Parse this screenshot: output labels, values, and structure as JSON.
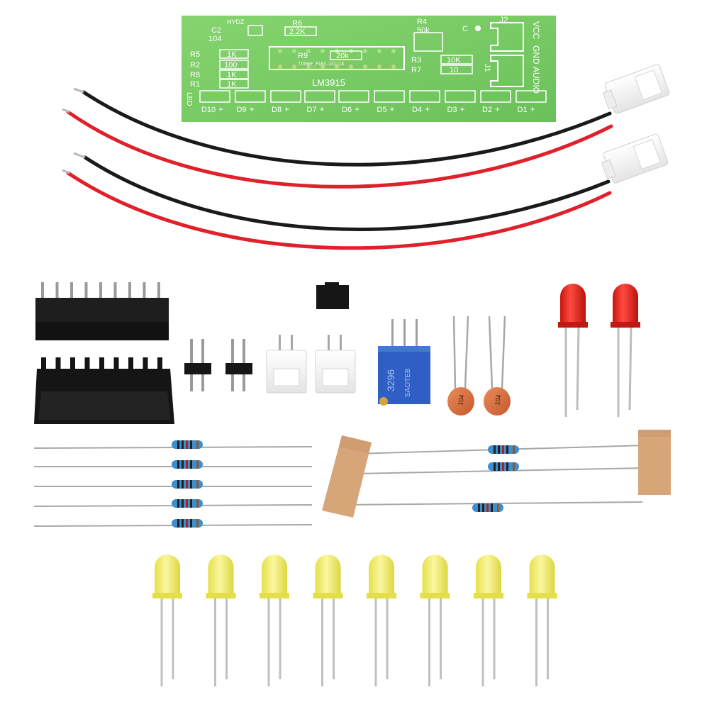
{
  "pcb": {
    "silkscreen": {
      "c2": "C2",
      "c2_value": "104",
      "hydz": "HYDZ",
      "r6": "R6",
      "r6_value": "2.2K",
      "r4": "R4",
      "r4_value": "50k",
      "c_mark": "C",
      "j2": "J2",
      "vcc": "VCC",
      "gnd": "GND",
      "audio": "AUDIO",
      "j1": "J1",
      "r5": "R5",
      "r5_value": "1K",
      "r2": "R2",
      "r2_value": "100",
      "r8": "R8",
      "r8_value": "1K",
      "r1": "R1",
      "r1_value": "1K",
      "r9": "R9",
      "r9_value": "20k",
      "r3": "R3",
      "r3_value": "10K",
      "r7": "R7",
      "r7_value": "10",
      "code": "71956F_P103-231118",
      "chip": "LM3915",
      "led": "LED",
      "leds": [
        "D10",
        "D9",
        "D8",
        "D7",
        "D6",
        "D5",
        "D4",
        "D3",
        "D2",
        "D1"
      ]
    }
  },
  "ceramic_caps": {
    "marking": "104"
  },
  "trimmer": {
    "lines": [
      "3296",
      "SAOTEB"
    ]
  },
  "colors": {
    "pcb_green": "#7fce68",
    "wire_red": "#e0202a",
    "wire_black": "#1a1a1a",
    "connector_white": "#f4f4f4",
    "led_red": "#e8231e",
    "led_yellow": "#f2ee55",
    "resistor_blue": "#3a86c9",
    "trimmer_blue": "#2f5fc4",
    "cap_orange": "#d8693a",
    "tape_tan": "#d4a277"
  },
  "icons": [
    "pcb-board",
    "wire-harness",
    "ic-socket",
    "pin-header",
    "jumper-cap",
    "xh-connector",
    "trimmer-potentiometer",
    "ceramic-capacitor",
    "led",
    "resistor"
  ]
}
